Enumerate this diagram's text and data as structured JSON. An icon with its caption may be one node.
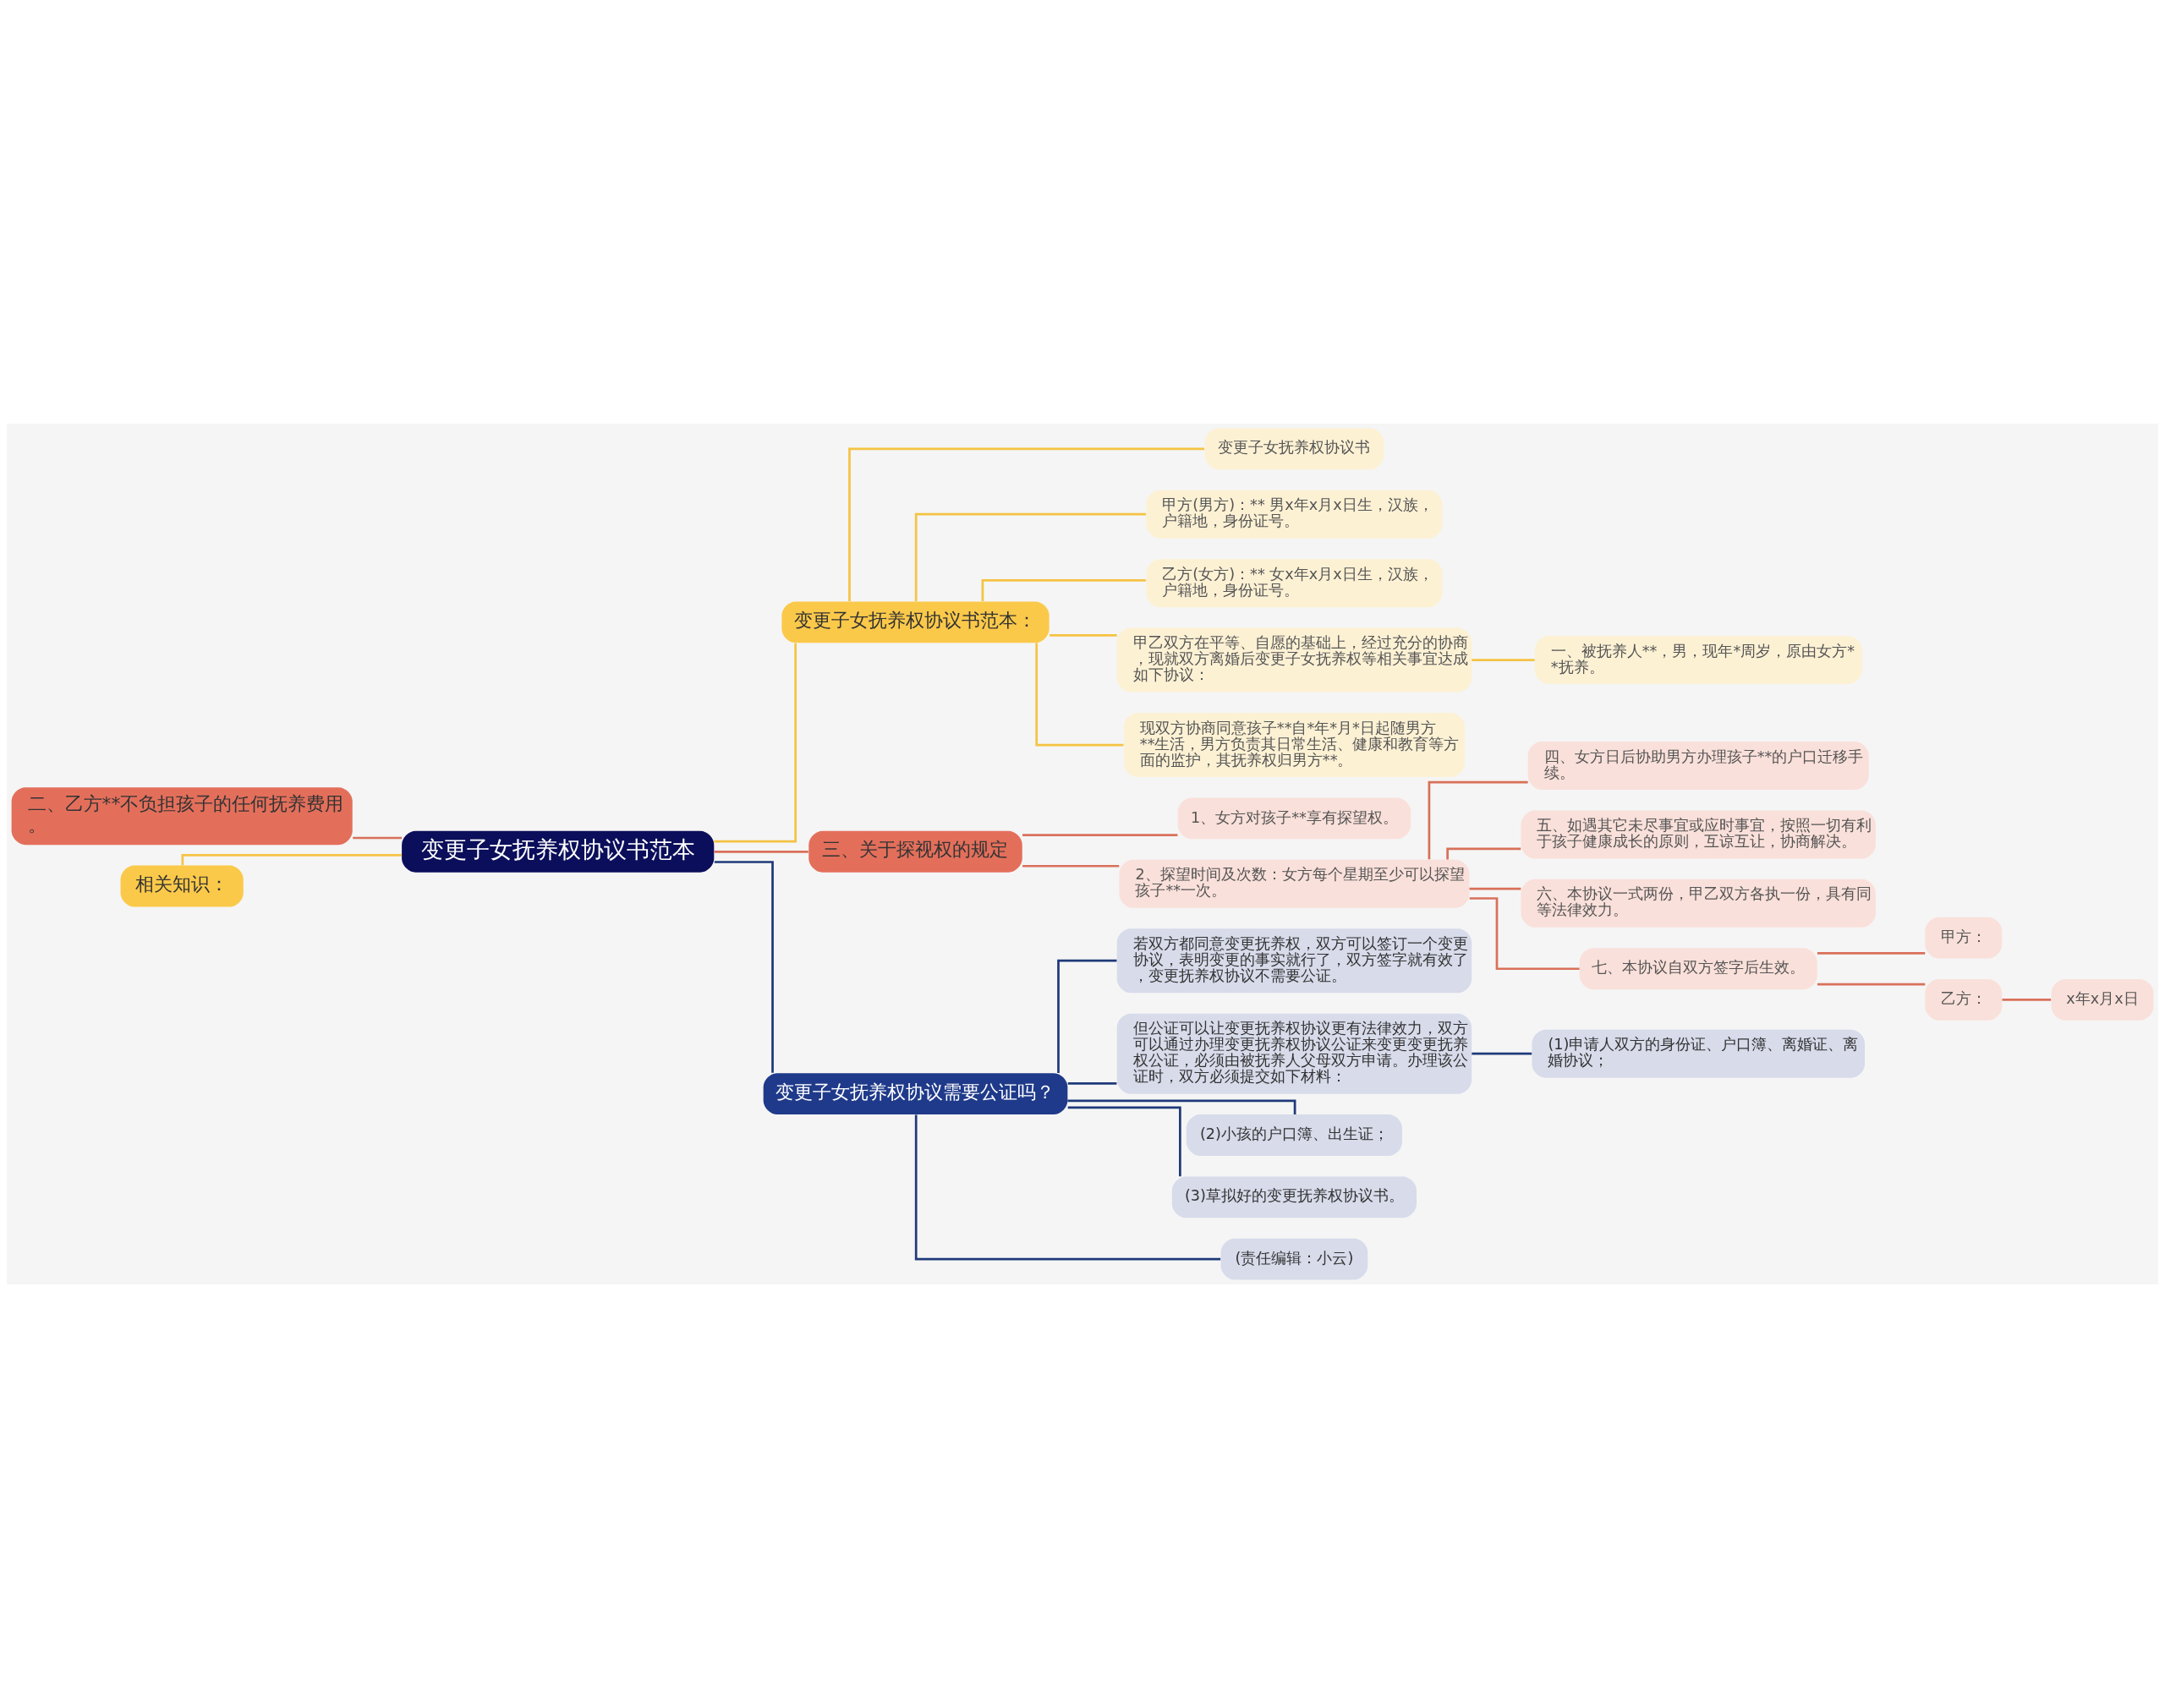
{
  "diagram": {
    "nodes": [
      {
        "text": [
          "变更子女抚养权协议书范本"
        ]
      },
      {
        "text": [
          "二、乙方**不负担孩子的任何抚养费用。"
        ]
      },
      {
        "text": [
          "相关知识："
        ]
      },
      {
        "text": [
          "变更子女抚养权协议书范本："
        ]
      },
      {
        "text": [
          "变更子女抚养权协议书"
        ]
      },
      {
        "text": [
          "甲方(男方)：** 男x年x月x日生，汉族，户籍地，身份证号。"
        ]
      },
      {
        "text": [
          "乙方(女方)：** 女x年x月x日生，汉族，户籍地，身份证号。"
        ]
      },
      {
        "text": [
          "甲乙双方在平等、自愿的基础上，经过充分的协商，现就双方离婚后变更子女抚养权等相关事宜达成如下协议："
        ]
      },
      {
        "text": [
          "一、被抚养人**，男，现年*周岁，原由女方**抚养。"
        ]
      },
      {
        "text": [
          "现双方协商同意孩子**自*年*月*日起随男方**生活，男方负责其日常生活、健康和教育等方面的监护，其抚养权归男方**。"
        ]
      },
      {
        "text": [
          "三、关于探视权的规定"
        ]
      },
      {
        "text": [
          "1、女方对孩子**享有探望权。"
        ]
      },
      {
        "text": [
          "2、探望时间及次数：女方每个星期至少可以探望孩子**一次。"
        ]
      },
      {
        "text": [
          "四、女方日后协助男方办理孩子**的户口迁移手续。"
        ]
      },
      {
        "text": [
          "五、如遇其它未尽事宜或应时事宜，按照一切有利于孩子健康成长的原则，互谅互让，协商解决。"
        ]
      },
      {
        "text": [
          "六、本协议一式两份，甲乙双方各执一份，具有同等法律效力。"
        ]
      },
      {
        "text": [
          "七、本协议自双方签字后生效。"
        ]
      },
      {
        "text": [
          "甲方："
        ]
      },
      {
        "text": [
          "乙方："
        ]
      },
      {
        "text": [
          "x年x月x日"
        ]
      },
      {
        "text": [
          "变更子女抚养权协议需要公证吗？"
        ]
      },
      {
        "text": [
          "若双方都同意变更抚养权，双方可以签订一个变更协议，表明变更的事实就行了，双方签字就有效了，变更抚养权协议不需要公证。"
        ]
      },
      {
        "text": [
          "但公证可以让变更抚养权协议更有法律效力，双方可以通过办理变更抚养权协议公证来变更变更抚养权公证，必须由被抚养人父母双方申请。办理该公证时，双方必须提交如下材料："
        ]
      },
      {
        "text": [
          "(1)申请人双方的身份证、户口簿、离婚证、离婚协议；"
        ]
      },
      {
        "text": [
          "(2)小孩的户口簿、出生证；"
        ]
      },
      {
        "text": [
          "(3)草拟好的变更抚养权协议书。"
        ]
      },
      {
        "text": [
          "(责任编辑：小云)"
        ]
      }
    ],
    "edges": [
      {
        "from": 1,
        "to": 0,
        "arrow": "none"
      },
      {
        "from": 2,
        "to": 0,
        "arrow": "none",
        "color": "#f5c343"
      },
      {
        "from": 0,
        "to": 3,
        "arrow": "none",
        "color": "#f5c343"
      },
      {
        "from": 3,
        "to": 4,
        "arrow": "none",
        "color": "#f5c343"
      },
      {
        "from": 3,
        "to": 5,
        "arrow": "none",
        "color": "#f5c343"
      },
      {
        "from": 3,
        "to": 6,
        "arrow": "none",
        "color": "#f5c343"
      },
      {
        "from": 3,
        "to": 7,
        "arrow": "none",
        "color": "#f5c343"
      },
      {
        "from": 7,
        "to": 8,
        "arrow": "none",
        "color": "#f5c343"
      },
      {
        "from": 3,
        "to": 9,
        "arrow": "none",
        "color": "#f5c343"
      },
      {
        "from": 0,
        "to": 10,
        "arrow": "none"
      },
      {
        "from": 10,
        "to": 11,
        "arrow": "none"
      },
      {
        "from": 10,
        "to": 12,
        "arrow": "none"
      },
      {
        "from": 12,
        "to": 13,
        "arrow": "none"
      },
      {
        "from": 12,
        "to": 14,
        "arrow": "none"
      },
      {
        "from": 12,
        "to": 15,
        "arrow": "none"
      },
      {
        "from": 12,
        "to": 16,
        "arrow": "none"
      },
      {
        "from": 16,
        "to": 17,
        "arrow": "none"
      },
      {
        "from": 16,
        "to": 18,
        "arrow": "none"
      },
      {
        "from": 18,
        "to": 19,
        "arrow": "none"
      },
      {
        "from": 0,
        "to": 20,
        "arrow": "none",
        "color": "#1f3a7a"
      },
      {
        "from": 20,
        "to": 21,
        "arrow": "none",
        "color": "#1f3a7a"
      },
      {
        "from": 20,
        "to": 22,
        "arrow": "none",
        "color": "#1f3a7a"
      },
      {
        "from": 22,
        "to": 23,
        "arrow": "none",
        "color": "#1f3a7a"
      },
      {
        "from": 20,
        "to": 24,
        "arrow": "none",
        "color": "#1f3a7a"
      },
      {
        "from": 20,
        "to": 25,
        "arrow": "none",
        "color": "#1f3a7a"
      },
      {
        "from": 20,
        "to": 26,
        "arrow": "none",
        "color": "#1f3a7a"
      }
    ]
  }
}
